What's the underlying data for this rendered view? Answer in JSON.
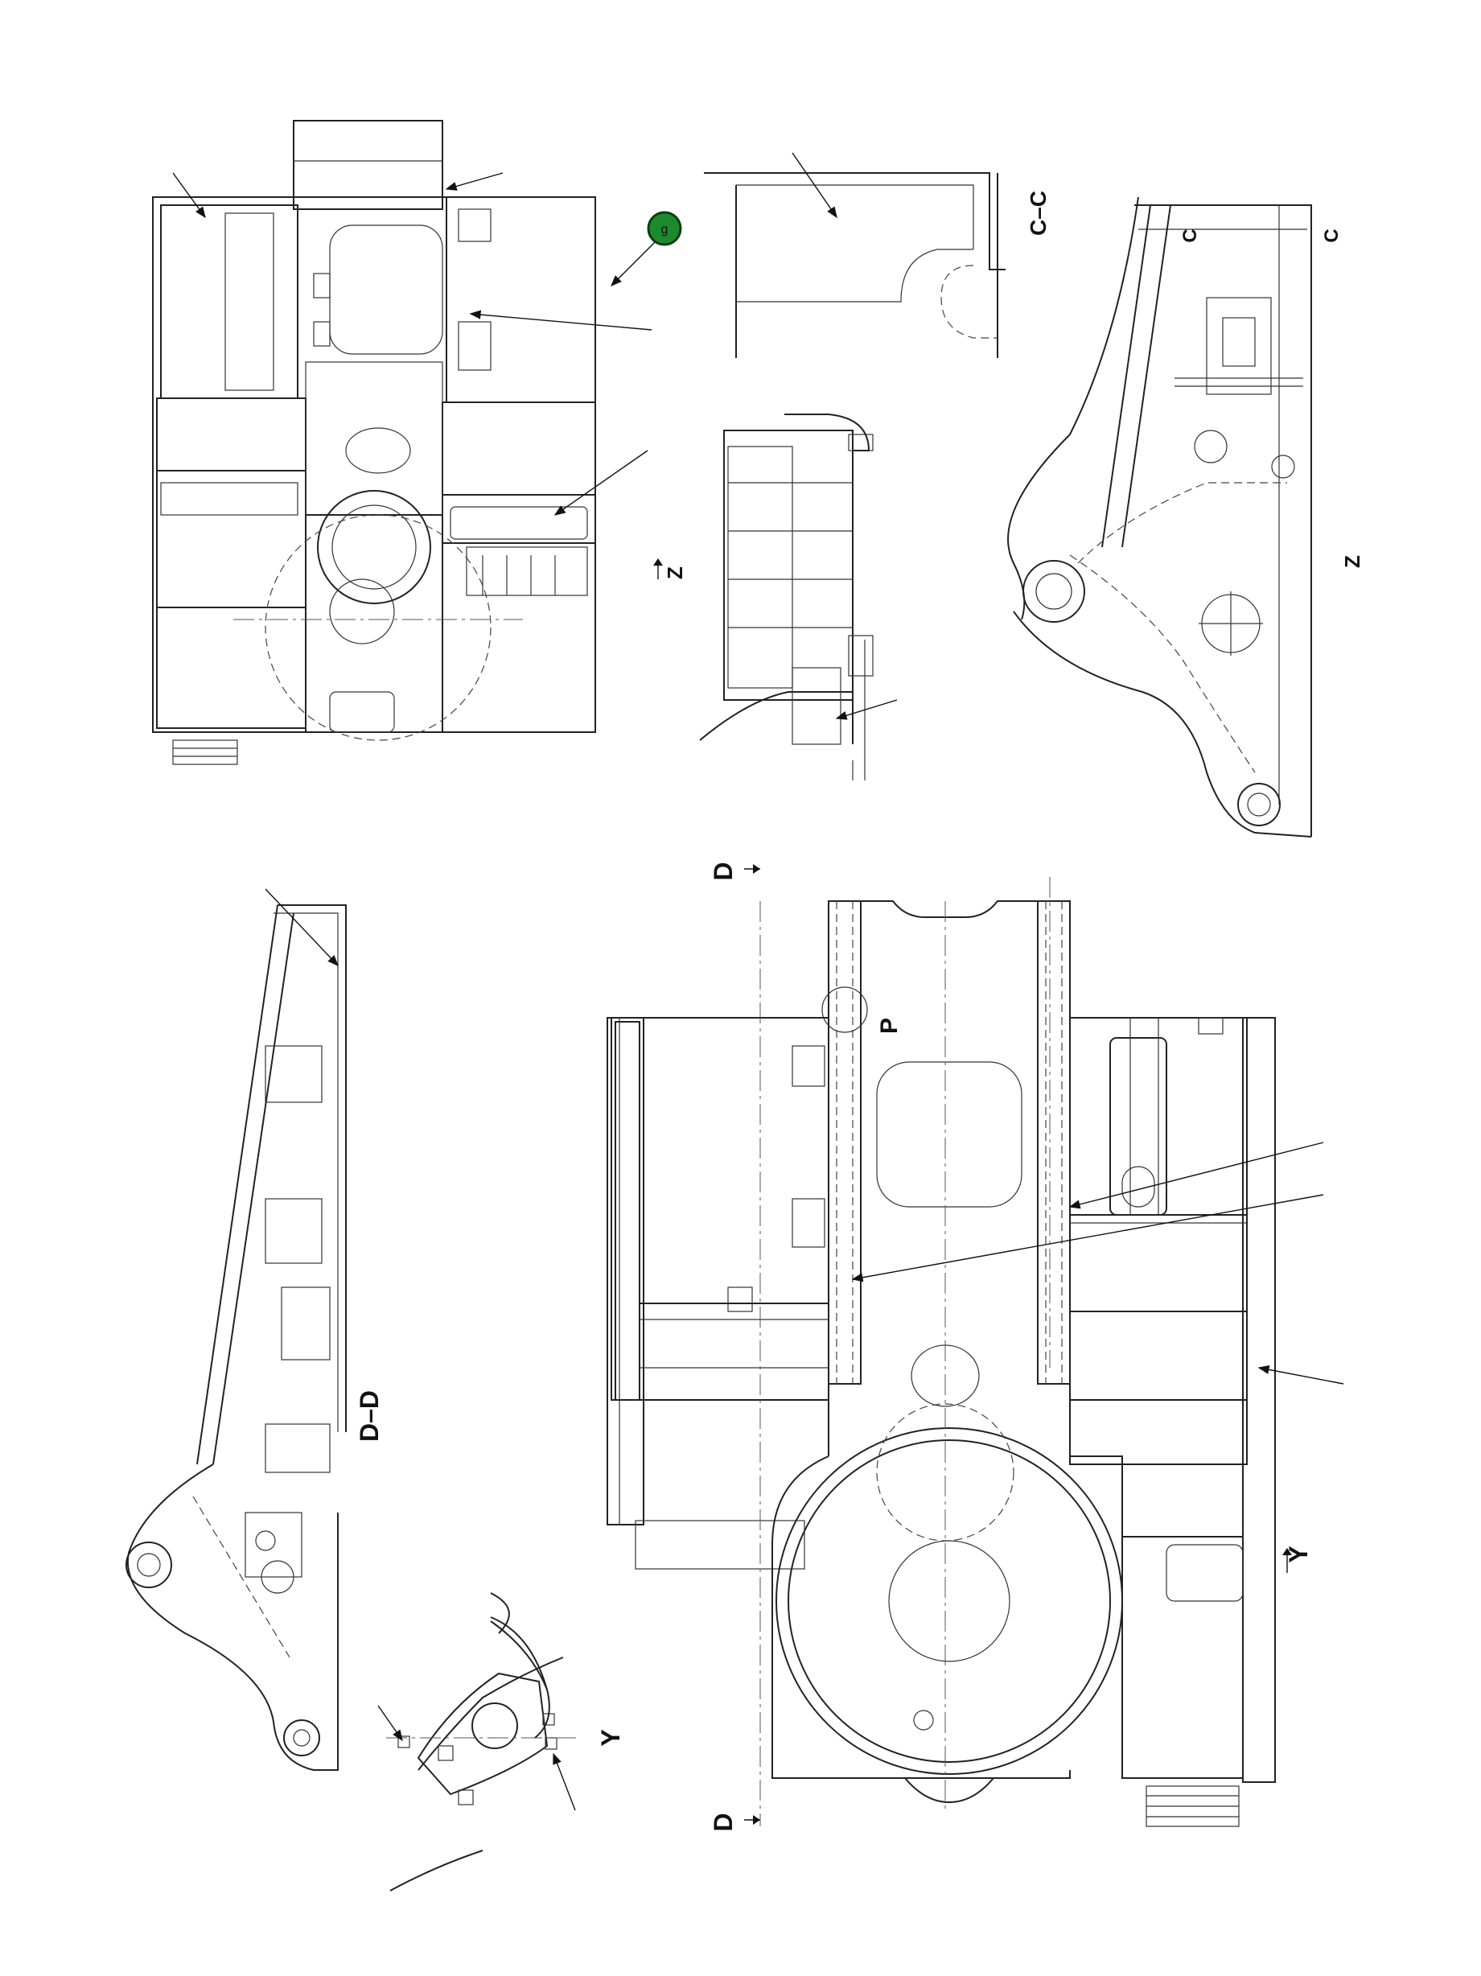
{
  "callout": {
    "label": "g",
    "color": "#1e8a2e"
  },
  "labels": {
    "z_top": "Z",
    "c_section": "C–C",
    "c_arrow_a": "C",
    "c_arrow_b": "C",
    "z_right": "Z",
    "d_top": "D",
    "d_bottom": "D",
    "p_detail": "P",
    "dd_section": "D–D",
    "y_view": "Y",
    "y_arrow": "Y"
  }
}
